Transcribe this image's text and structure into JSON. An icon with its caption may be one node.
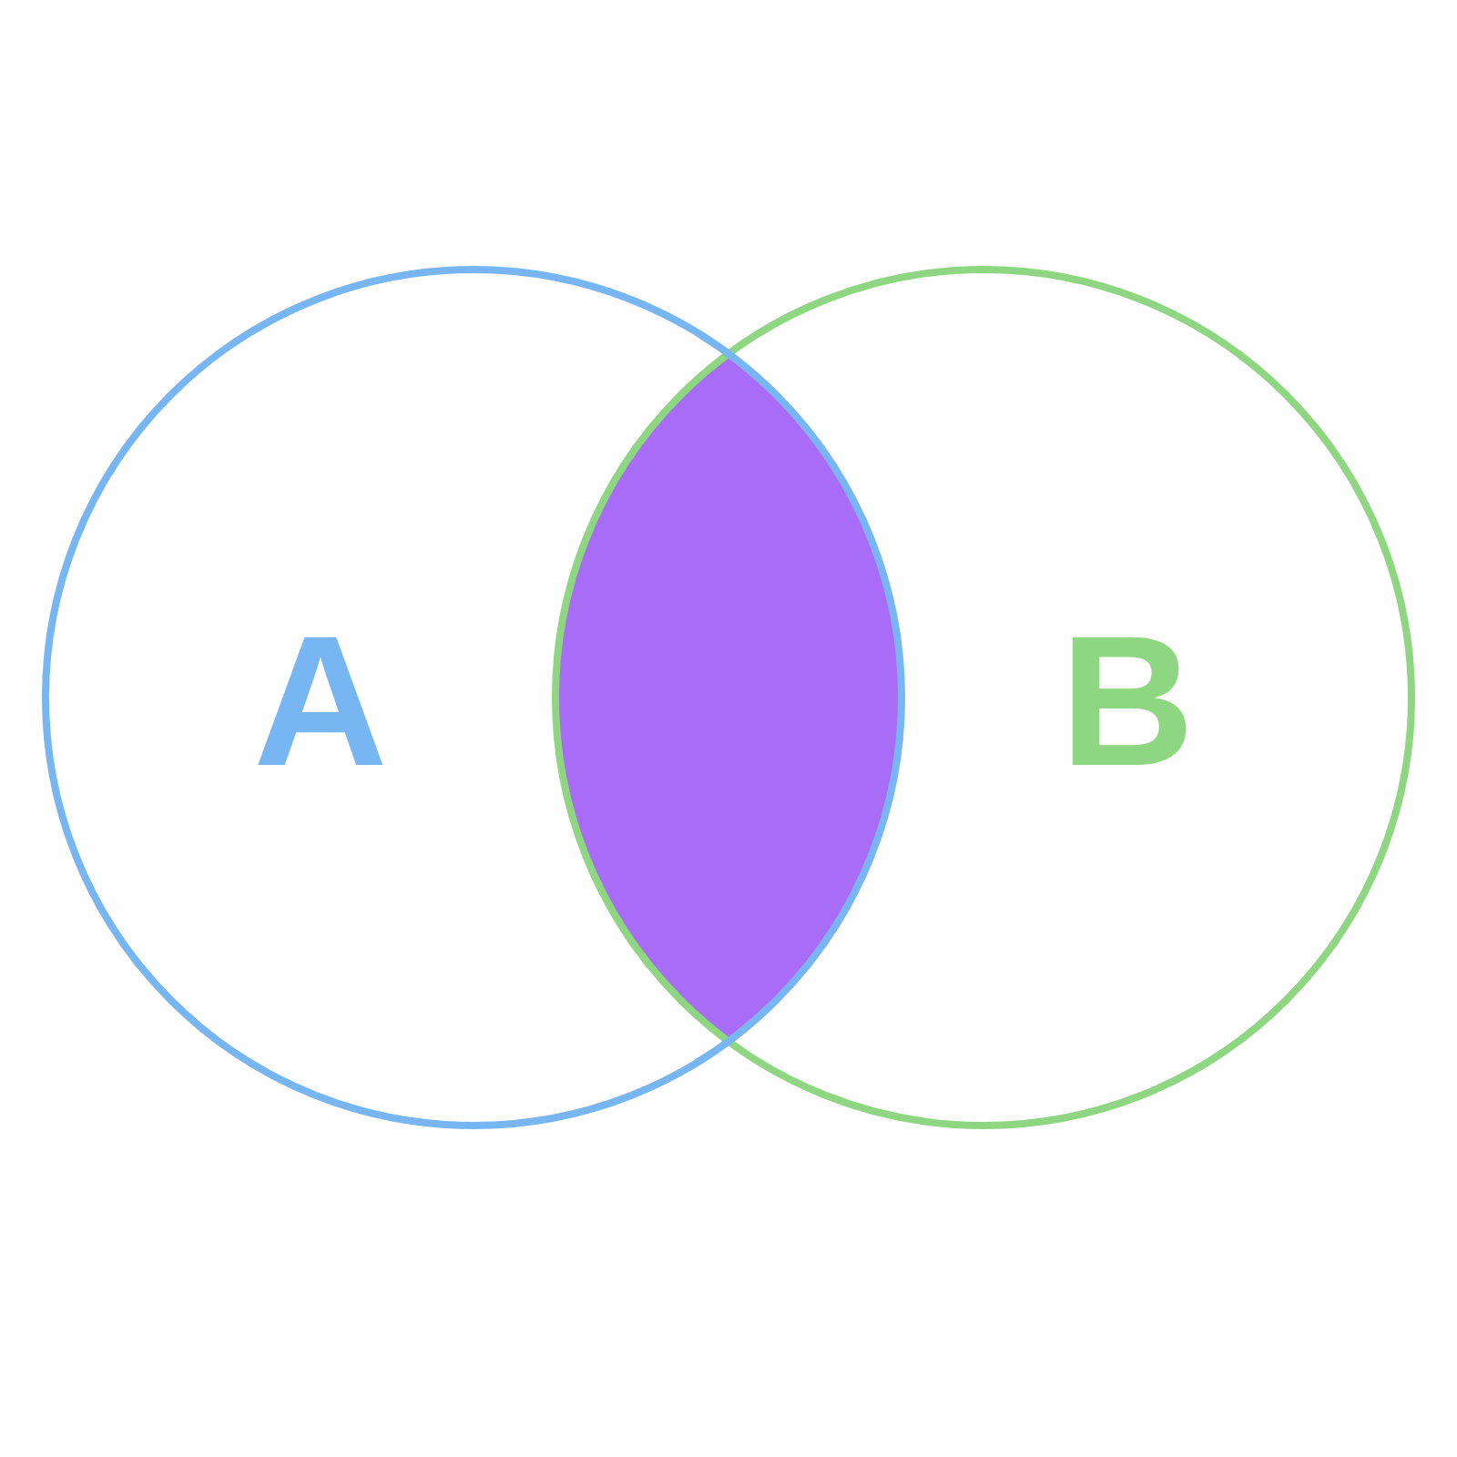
{
  "diagram": {
    "nodes": [
      {
        "text": [
          "A"
        ]
      },
      {
        "text": [],
        "shape": "lens"
      },
      {
        "text": [
          "B"
        ]
      }
    ]
  }
}
